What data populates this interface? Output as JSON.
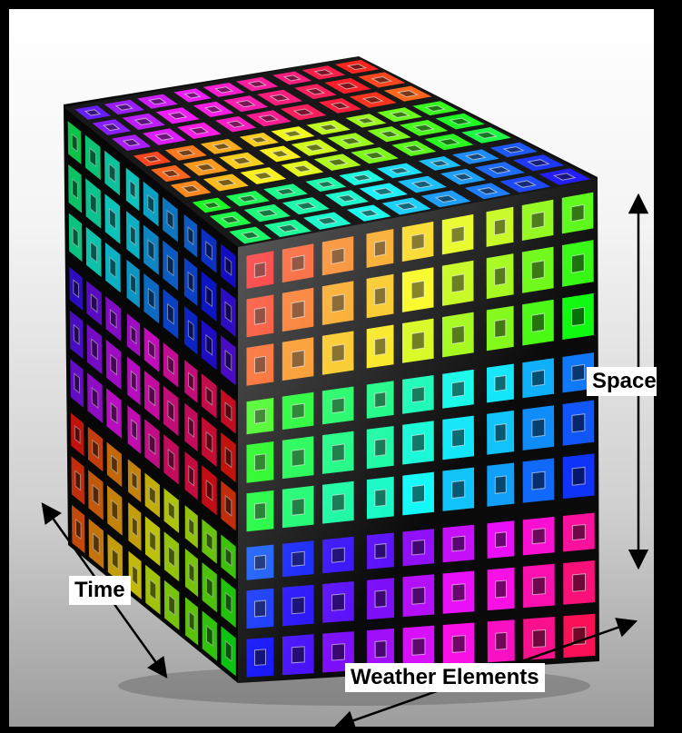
{
  "labels": {
    "space": "Space",
    "time": "Time",
    "weather_elements": "Weather Elements"
  },
  "colors": {
    "background": "#000000",
    "panel_top": "#ffffff",
    "panel_bottom": "#9d9d9d",
    "cube_gap": "#0a0a0a",
    "arrow": "#000000"
  },
  "icons": {
    "cube": "rainbow-3x3-cube-icon",
    "arrows": "double-headed-arrow-icon"
  }
}
